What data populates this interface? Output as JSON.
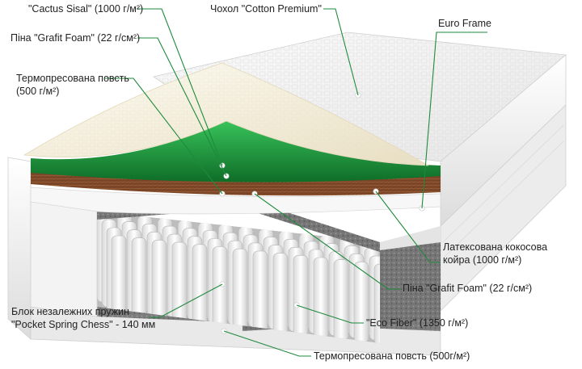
{
  "labels": {
    "cactus_sisal": "\"Cactus Sisal\" (1000 г/м²)",
    "grafit_foam_top": "Піна \"Grafit Foam\" (22 г/см²)",
    "felt_top_line1": "Термопресована повсть",
    "felt_top_line2": "(500 г/м²)",
    "cover": "Чохол \"Cotton Premium\"",
    "euro_frame": "Euro Frame",
    "latex_coir_line1": "Латексована кокосова",
    "latex_coir_line2": "койра (1000 г/м²)",
    "grafit_foam_right": "Піна \"Grafit Foam\" (22 г/см²)",
    "springs_line1": "Блок незалежних пружин",
    "springs_line2": "\"Pocket Spring Chess\" - 140 мм",
    "eco_fiber": "\"Eco Fiber\" (1350 г/м²)",
    "felt_bottom": "Термопресована повсть (500г/м²)"
  },
  "colors": {
    "leader": "#1e8a3c",
    "foam_green": "#1f9a3a",
    "coir_brown": "#7a4526",
    "latex_cream": "#f3ecd6",
    "cover_white": "#f4f4f4",
    "felt_grey": "#6b6b6b"
  }
}
